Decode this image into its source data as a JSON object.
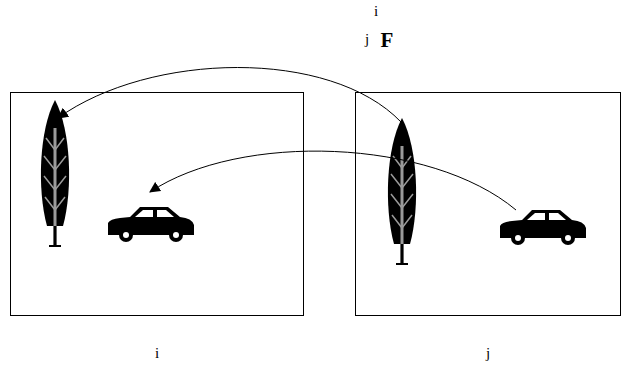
{
  "diagram": {
    "nodes": [
      {
        "text": [
          "i"
        ]
      },
      {
        "text": [
          "j"
        ]
      }
    ],
    "labels": [
      "i",
      "j",
      "F"
    ]
  }
}
